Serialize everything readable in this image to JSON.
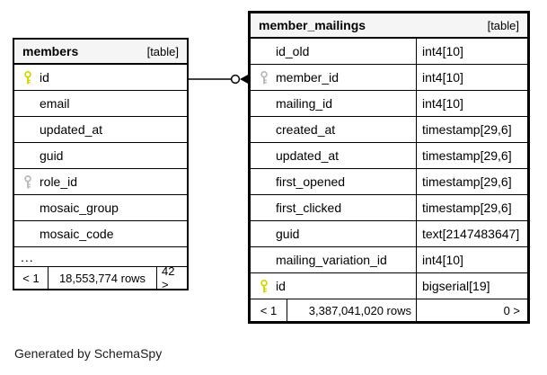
{
  "note": "Generated by SchemaSpy",
  "colors": {
    "primary_key": "#d3d700",
    "secondary_key": "#b9b9b9",
    "header_bg": "#f5f5f5",
    "border": "#000000"
  },
  "relationship": {
    "from_table": "members",
    "from_column": "id",
    "to_table": "member_mailings",
    "to_column": "member_id"
  },
  "members": {
    "title": "members",
    "type_badge": "[table]",
    "columns": [
      {
        "name": "id",
        "key": "primary"
      },
      {
        "name": "email",
        "key": ""
      },
      {
        "name": "updated_at",
        "key": ""
      },
      {
        "name": "guid",
        "key": ""
      },
      {
        "name": "role_id",
        "key": "secondary"
      },
      {
        "name": "mosaic_group",
        "key": ""
      },
      {
        "name": "mosaic_code",
        "key": ""
      }
    ],
    "ellipsis": "...",
    "pager": {
      "prev": "< 1",
      "rows": "18,553,774 rows",
      "next": "42 >"
    }
  },
  "member_mailings": {
    "title": "member_mailings",
    "type_badge": "[table]",
    "columns": [
      {
        "name": "id_old",
        "type": "int4[10]",
        "key": ""
      },
      {
        "name": "member_id",
        "type": "int4[10]",
        "key": "secondary"
      },
      {
        "name": "mailing_id",
        "type": "int4[10]",
        "key": ""
      },
      {
        "name": "created_at",
        "type": "timestamp[29,6]",
        "key": ""
      },
      {
        "name": "updated_at",
        "type": "timestamp[29,6]",
        "key": ""
      },
      {
        "name": "first_opened",
        "type": "timestamp[29,6]",
        "key": ""
      },
      {
        "name": "first_clicked",
        "type": "timestamp[29,6]",
        "key": ""
      },
      {
        "name": "guid",
        "type": "text[2147483647]",
        "key": ""
      },
      {
        "name": "mailing_variation_id",
        "type": "int4[10]",
        "key": ""
      },
      {
        "name": "id",
        "type": "bigserial[19]",
        "key": "primary"
      }
    ],
    "pager": {
      "prev": "< 1",
      "rows": "3,387,041,020 rows",
      "next": "0 >"
    }
  }
}
